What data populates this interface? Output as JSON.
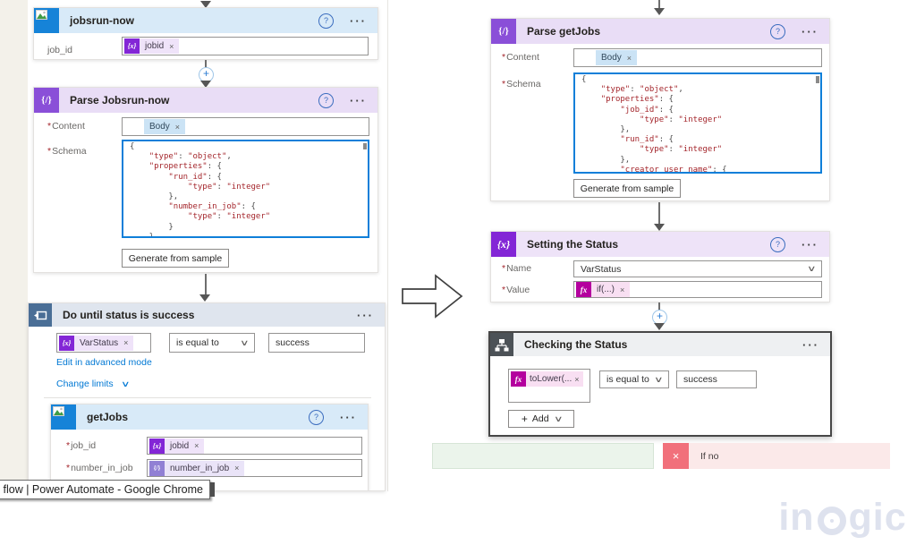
{
  "glyphs": {
    "close": "×",
    "help": "?",
    "dots": "···",
    "chevron": "∨",
    "plus": "+",
    "required": "*",
    "var_icon": "{x}",
    "parse_icon": "{/}",
    "fx_icon": "fx"
  },
  "left": {
    "jobsrun_now": {
      "title": "jobsrun-now",
      "job_id_label": "job_id",
      "job_id_token": "jobid"
    },
    "parse": {
      "title": "Parse Jobsrun-now",
      "content_label": "Content",
      "content_token": "Body",
      "schema_label": "Schema",
      "schema_lines": [
        "{",
        "    \"type\": \"object\",",
        "    \"properties\": {",
        "        \"run_id\": {",
        "            \"type\": \"integer\"",
        "        },",
        "        \"number_in_job\": {",
        "            \"type\": \"integer\"",
        "        }",
        "    }",
        "}"
      ],
      "generate_button": "Generate from sample"
    },
    "do_until": {
      "title": "Do until status is success",
      "var_token": "VarStatus",
      "operator": "is equal to",
      "value": "success",
      "advanced_link": "Edit in advanced mode",
      "limits_link": "Change limits",
      "getjobs": {
        "title": "getJobs",
        "job_id_label": "job_id",
        "job_id_token": "jobid",
        "number_label": "number_in_job",
        "number_token": "number_in_job"
      }
    },
    "tooltip": "our flow | Power Automate - Google Chrome"
  },
  "right": {
    "parse": {
      "title": "Parse getJobs",
      "content_label": "Content",
      "content_token": "Body",
      "schema_label": "Schema",
      "schema_lines": [
        "{",
        "    \"type\": \"object\",",
        "    \"properties\": {",
        "        \"job_id\": {",
        "            \"type\": \"integer\"",
        "        },",
        "        \"run_id\": {",
        "            \"type\": \"integer\"",
        "        },",
        "        \"creator_user_name\": {"
      ],
      "generate_button": "Generate from sample"
    },
    "set_status": {
      "title": "Setting the Status",
      "name_label": "Name",
      "name_value": "VarStatus",
      "value_label": "Value",
      "value_token": "if(...)"
    },
    "check_status": {
      "title": "Checking the Status",
      "fx_token": "toLower(...",
      "operator": "is equal to",
      "value": "success",
      "add_button": "Add"
    },
    "if_no_label": "If no"
  },
  "logo": {
    "part1": "in",
    "part2": "gic"
  }
}
